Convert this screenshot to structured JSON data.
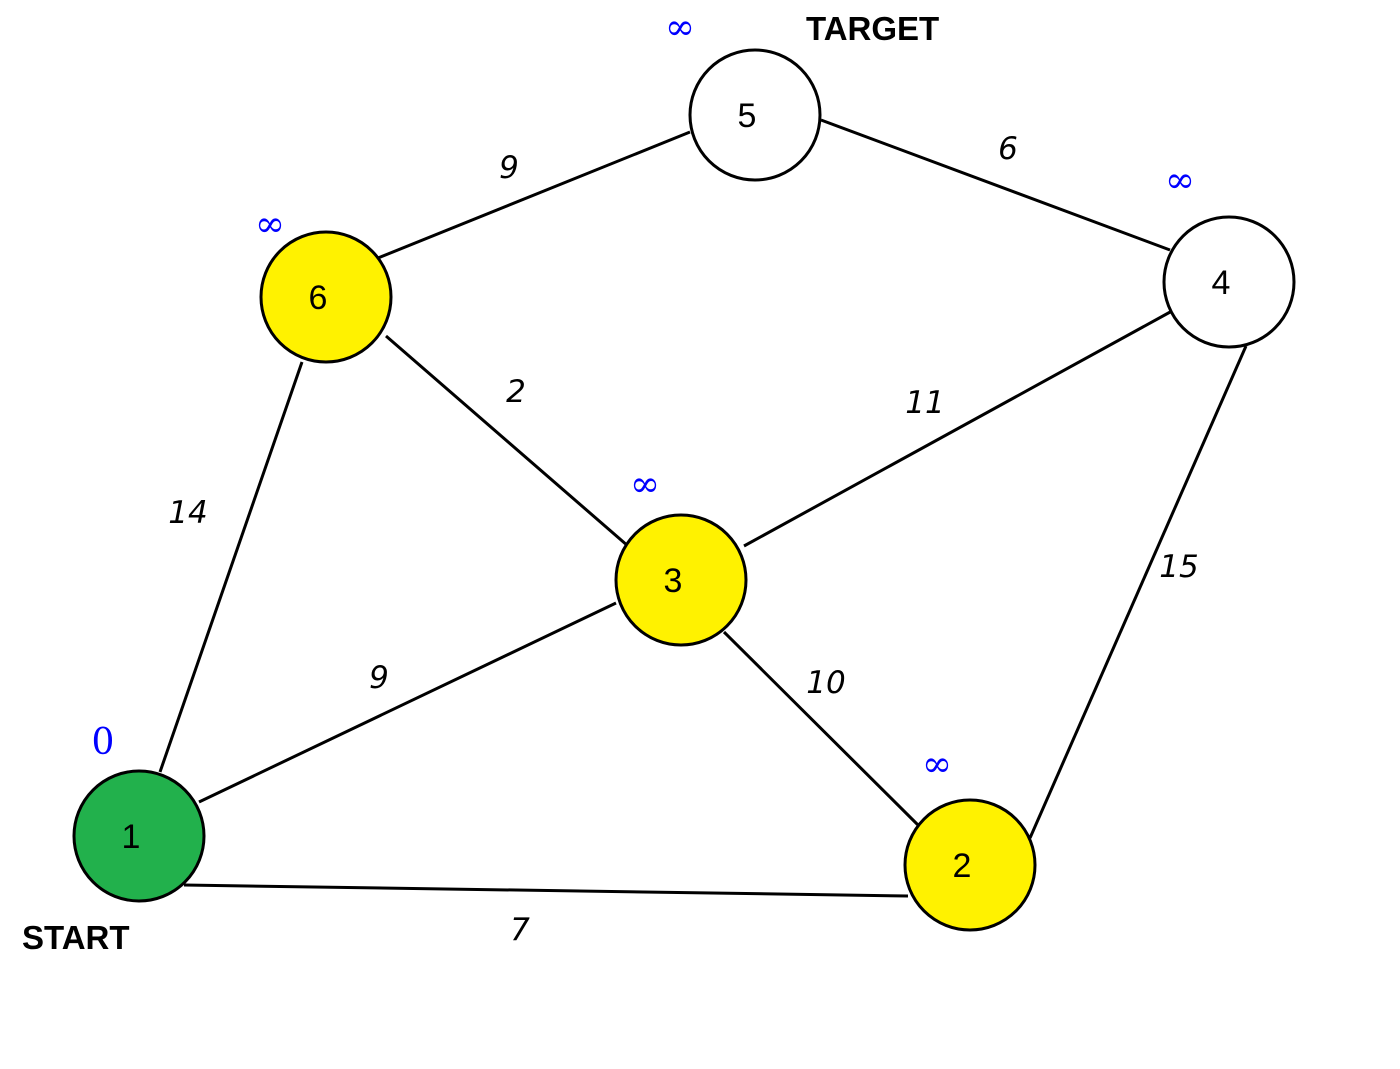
{
  "graph": {
    "nodes": [
      {
        "id": "1",
        "label": "1",
        "distance": "0",
        "fill": "#22b14c",
        "role": "START"
      },
      {
        "id": "2",
        "label": "2",
        "distance": "∞",
        "fill": "#fff200",
        "role": ""
      },
      {
        "id": "3",
        "label": "3",
        "distance": "∞",
        "fill": "#fff200",
        "role": ""
      },
      {
        "id": "4",
        "label": "4",
        "distance": "∞",
        "fill": "#ffffff",
        "role": ""
      },
      {
        "id": "5",
        "label": "5",
        "distance": "∞",
        "fill": "#ffffff",
        "role": "TARGET"
      },
      {
        "id": "6",
        "label": "6",
        "distance": "∞",
        "fill": "#fff200",
        "role": ""
      }
    ],
    "edges": [
      {
        "from": "1",
        "to": "6",
        "weight": "14"
      },
      {
        "from": "1",
        "to": "3",
        "weight": "9"
      },
      {
        "from": "1",
        "to": "2",
        "weight": "7"
      },
      {
        "from": "6",
        "to": "5",
        "weight": "9"
      },
      {
        "from": "6",
        "to": "3",
        "weight": "2"
      },
      {
        "from": "5",
        "to": "4",
        "weight": "6"
      },
      {
        "from": "3",
        "to": "4",
        "weight": "11"
      },
      {
        "from": "3",
        "to": "2",
        "weight": "10"
      },
      {
        "from": "4",
        "to": "2",
        "weight": "15"
      }
    ],
    "colors": {
      "distance_text": "#0000ff",
      "edge": "#000000",
      "node_border": "#000000"
    }
  }
}
